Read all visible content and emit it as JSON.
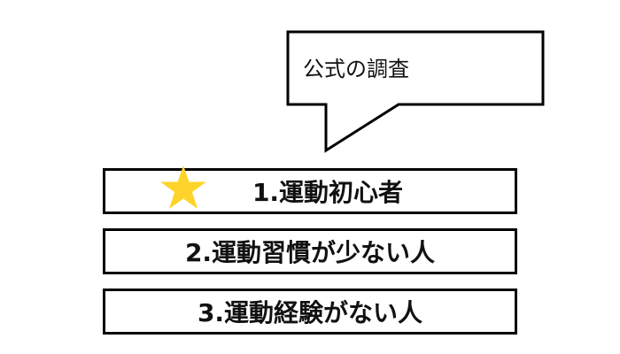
{
  "callout": {
    "text": "公式の調査"
  },
  "items": [
    {
      "label": "1.運動初心者",
      "highlighted": true,
      "icon": "star-icon"
    },
    {
      "label": "2.運動習慣が少ない人"
    },
    {
      "label": "3.運動経験がない人"
    }
  ],
  "colors": {
    "star": "#FFD42A",
    "border": "#000000"
  }
}
